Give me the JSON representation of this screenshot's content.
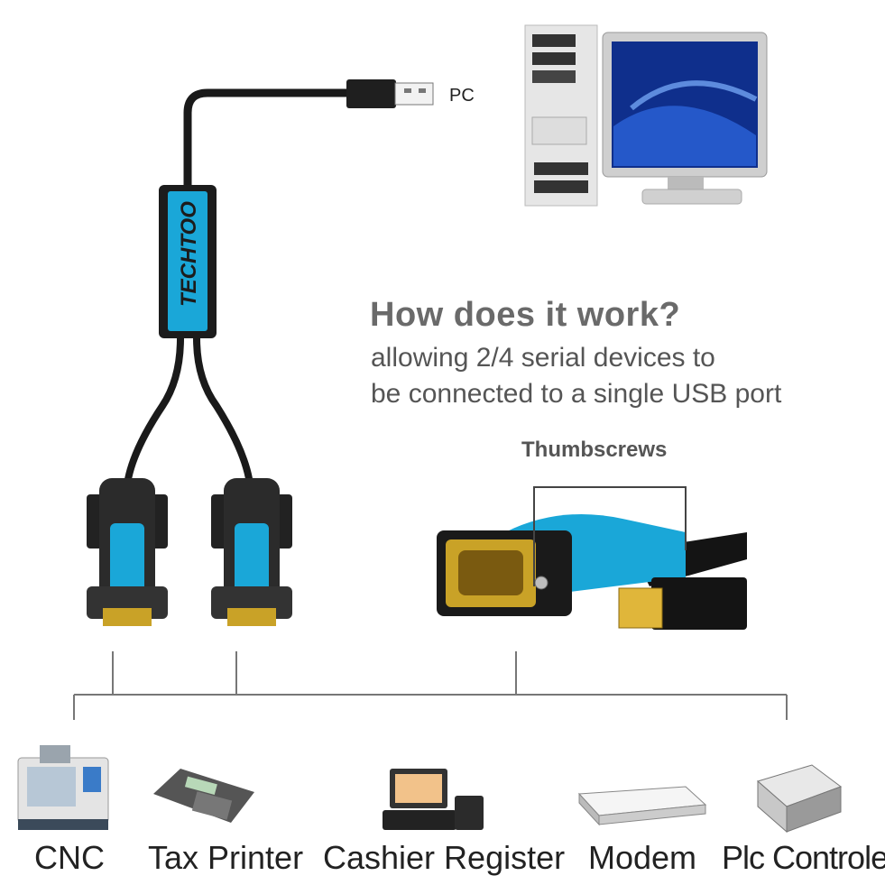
{
  "pc_label": "PC",
  "brand": "TECHTOO",
  "heading": "How does it work?",
  "subtitle_line1": "allowing 2/4 serial devices to",
  "subtitle_line2": "be connected to a single USB port",
  "thumbscrews_label": "Thumbscrews",
  "devices": [
    {
      "label": "CNC",
      "icon": "cnc-machine-icon"
    },
    {
      "label": "Tax Printer",
      "icon": "tax-printer-icon"
    },
    {
      "label": "Cashier Register",
      "icon": "cash-register-icon"
    },
    {
      "label": "Modem",
      "icon": "modem-icon"
    },
    {
      "label": "Plc Controle",
      "icon": "plc-controller-icon"
    }
  ],
  "colors": {
    "accent_blue": "#1aa7d8",
    "cable": "#1a1a1a",
    "gold": "#c9a227",
    "text_gray": "#666666"
  }
}
